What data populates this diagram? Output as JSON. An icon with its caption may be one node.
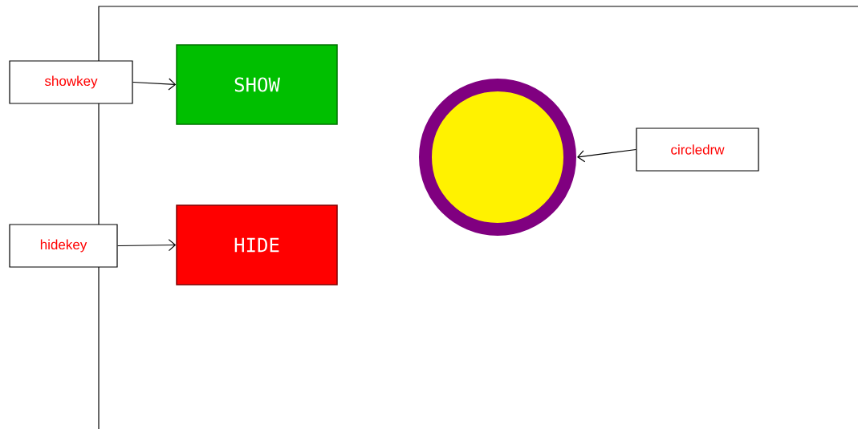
{
  "diagram": {
    "nodes": [
      {
        "text": [
          "showkey"
        ]
      },
      {
        "text": [
          "SHOW"
        ]
      },
      {
        "text": [
          "hidekey"
        ]
      },
      {
        "text": [
          "HIDE"
        ]
      },
      {
        "text": [],
        "shape": "circle"
      },
      {
        "text": [
          "circledrw"
        ]
      }
    ],
    "edges": [
      {
        "from": 0,
        "to": 1,
        "arrow": "to"
      },
      {
        "from": 2,
        "to": 3,
        "arrow": "to"
      },
      {
        "from": 5,
        "to": 4,
        "arrow": "to"
      }
    ]
  }
}
